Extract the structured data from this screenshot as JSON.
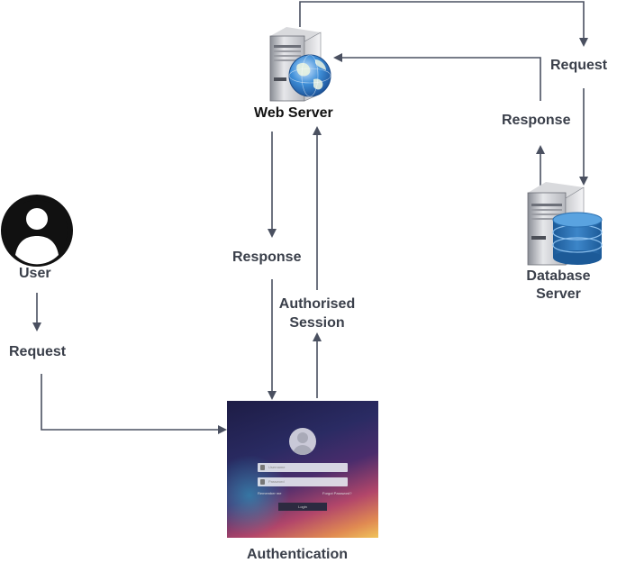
{
  "nodes": {
    "web_server": {
      "label": "Web Server"
    },
    "database_server": {
      "label_line1": "Database",
      "label_line2": "Server"
    },
    "user": {
      "label": "User"
    },
    "authentication": {
      "label": "Authentication"
    }
  },
  "edges": {
    "web_to_db": {
      "label": "Request"
    },
    "db_to_web": {
      "label": "Response"
    },
    "web_to_auth": {
      "label": "Response"
    },
    "auth_to_web": {
      "label_line1": "Authorised",
      "label_line2": "Session"
    },
    "user_to_auth": {
      "label": "Request"
    }
  },
  "login_screen": {
    "username_placeholder": "Username",
    "password_placeholder": "Password",
    "remember_label": "Remember me",
    "forgot_label": "Forgot Password?",
    "login_button": "Login"
  },
  "icons": [
    "user-icon",
    "web-server-icon",
    "globe-icon",
    "database-server-icon",
    "database-icon"
  ],
  "colors": {
    "arrow": "#4a5060",
    "label_text": "#3a3f4a"
  }
}
